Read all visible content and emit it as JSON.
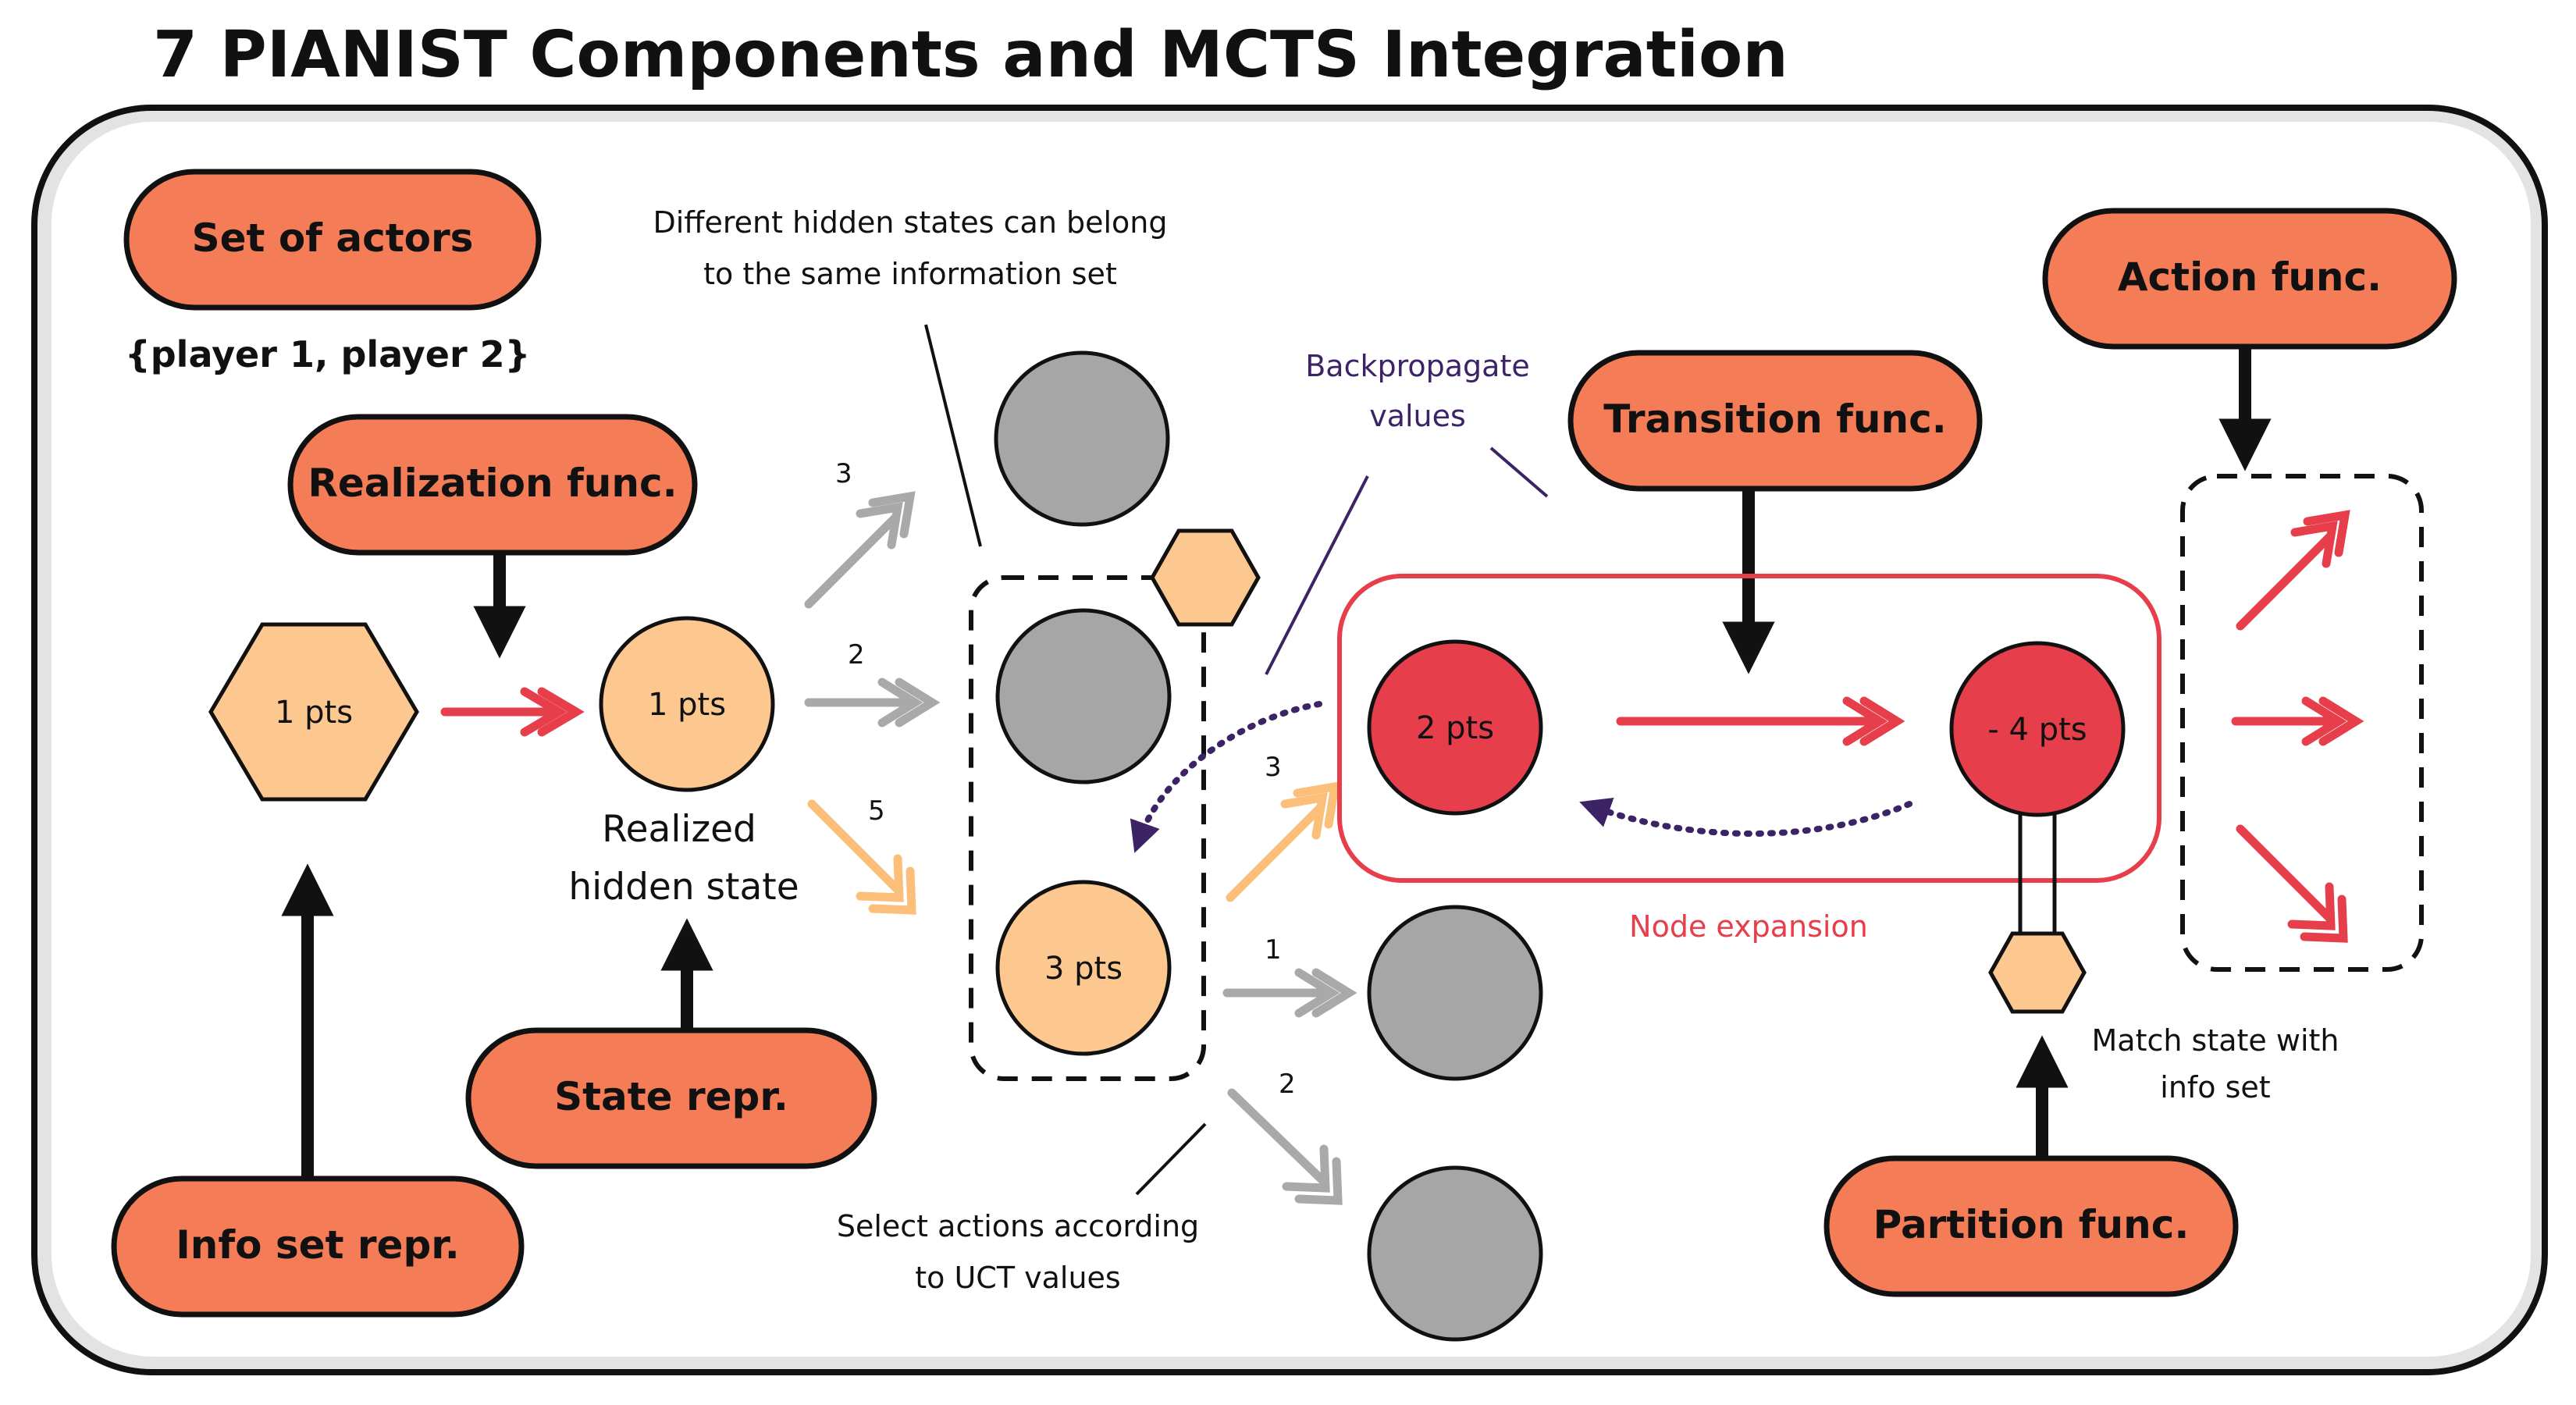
{
  "title": "7 PIANIST Components and MCTS Integration",
  "colors": {
    "pill_fill": "#f47d57",
    "light_orange": "#fcc890",
    "red_node": "#e63e4b",
    "gray_node": "#a6a6a6",
    "purple": "#3c2366",
    "light_gray_arrow": "#a9a9a9",
    "orange_arrow": "#fbbf7a"
  },
  "components": {
    "set_of_actors": "Set of actors",
    "realization_func": "Realization func.",
    "state_repr": "State repr.",
    "info_set_repr": "Info set repr.",
    "transition_func": "Transition func.",
    "action_func": "Action func.",
    "partition_func": "Partition func."
  },
  "actors_list": "{player 1, player 2}",
  "nodes": {
    "info_set_pts": "1 pts",
    "realized_pts": "1 pts",
    "selected_pts": "3 pts",
    "expanded_pts": "2 pts",
    "child_pts": "- 4 pts"
  },
  "labels": {
    "realized_hidden_state_line1": "Realized",
    "realized_hidden_state_line2": "hidden state",
    "hidden_states_line1": "Different hidden states can belong",
    "hidden_states_line2": "to the same information set",
    "backprop_line1": "Backpropagate",
    "backprop_line2": "values",
    "node_expansion": "Node expansion",
    "select_line1": "Select actions according",
    "select_line2": "to UCT values",
    "match_line1": "Match state with",
    "match_line2": "info set"
  },
  "edge_numbers": {
    "top": "3",
    "middle": "2",
    "lower": "5",
    "from_selected_up": "3",
    "from_selected_right": "1",
    "from_selected_down": "2"
  }
}
